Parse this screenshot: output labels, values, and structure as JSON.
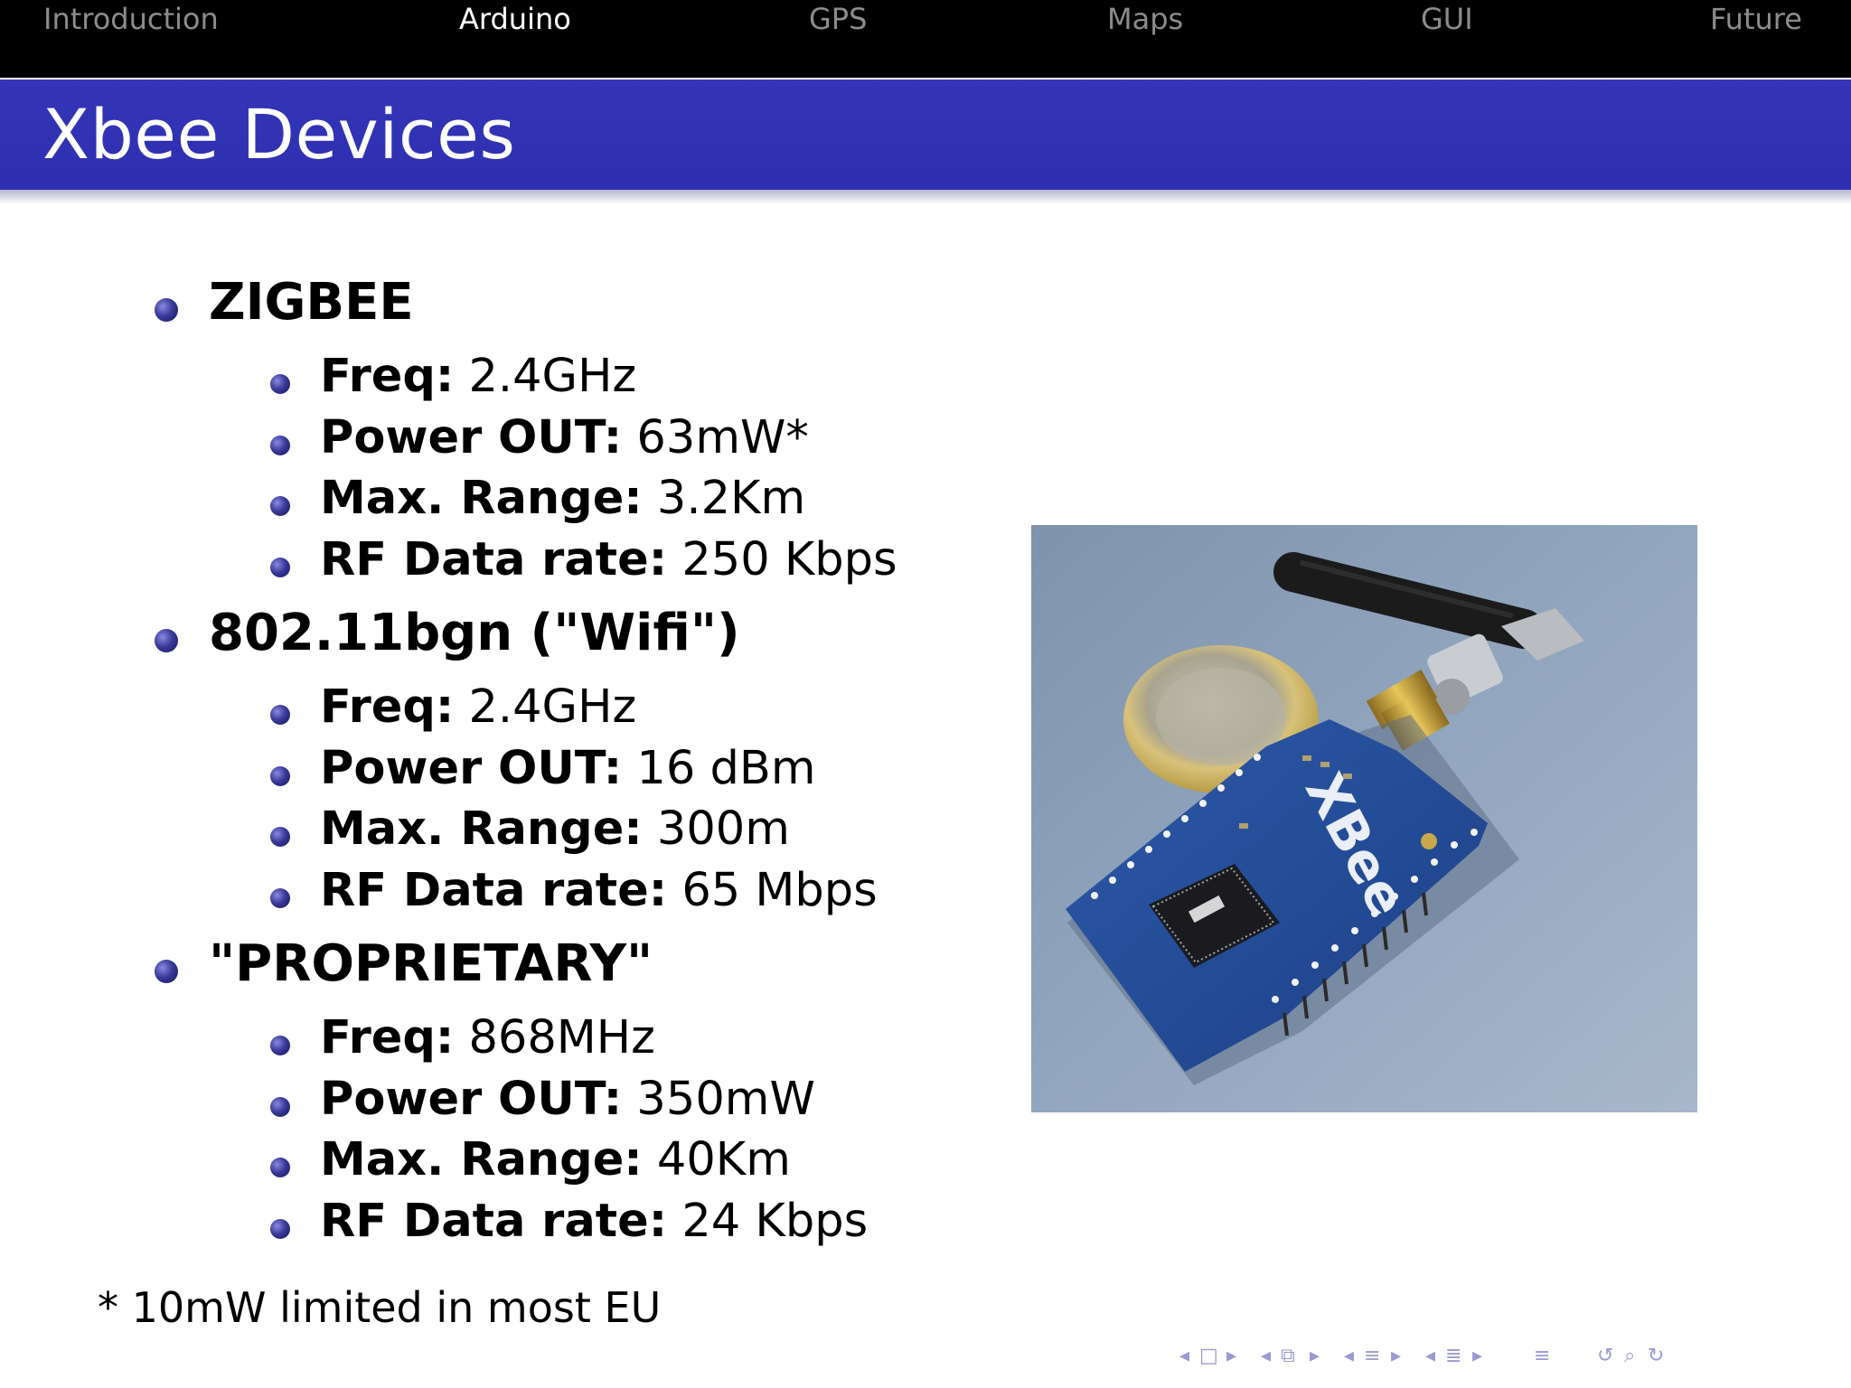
{
  "nav": {
    "items": [
      "Introduction",
      "Arduino",
      "GPS",
      "Maps",
      "GUI",
      "Future"
    ],
    "active": "Arduino"
  },
  "slide": {
    "title": "Xbee Devices"
  },
  "sections": [
    {
      "title": "ZIGBEE",
      "items": [
        {
          "label": "Freq:",
          "value": "2.4GHz"
        },
        {
          "label": "Power OUT:",
          "value": "63mW*"
        },
        {
          "label": "Max. Range:",
          "value": "3.2Km"
        },
        {
          "label": "RF Data rate:",
          "value": "250 Kbps"
        }
      ]
    },
    {
      "title": "802.11bgn (\"Wifi\")",
      "items": [
        {
          "label": "Freq:",
          "value": "2.4GHz"
        },
        {
          "label": "Power OUT:",
          "value": "16 dBm"
        },
        {
          "label": "Max. Range:",
          "value": "300m"
        },
        {
          "label": "RF Data rate:",
          "value": "65 Mbps"
        }
      ]
    },
    {
      "title": "\"PROPRIETARY\"",
      "items": [
        {
          "label": "Freq:",
          "value": "868MHz"
        },
        {
          "label": "Power OUT:",
          "value": "350mW"
        },
        {
          "label": "Max. Range:",
          "value": "40Km"
        },
        {
          "label": "RF Data rate:",
          "value": "24 Kbps"
        }
      ]
    }
  ],
  "footnote": "* 10mW limited in most EU",
  "colors": {
    "navbar_bg": "#000000",
    "nav_inactive": "#8c8c8c",
    "nav_active": "#ffffff",
    "titlebar_bg": "#3333b3",
    "bullet": "#2b2b8a"
  }
}
